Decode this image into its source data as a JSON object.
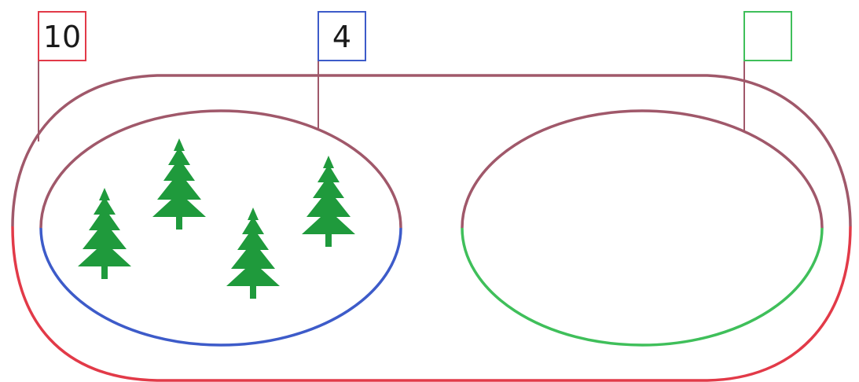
{
  "diagram": {
    "type": "set-diagram",
    "labels": {
      "whole": "10",
      "left_part": "4",
      "right_part": ""
    },
    "left_part_tree_count": 4,
    "right_part_tree_count": 0,
    "colors": {
      "whole": "#e23a48",
      "left_part": "#3d5bc9",
      "right_part": "#3fbf5a",
      "connector": "#a0586a",
      "tree": "#1f9a3c"
    },
    "icons": {
      "tree": "fir-tree-icon"
    }
  }
}
